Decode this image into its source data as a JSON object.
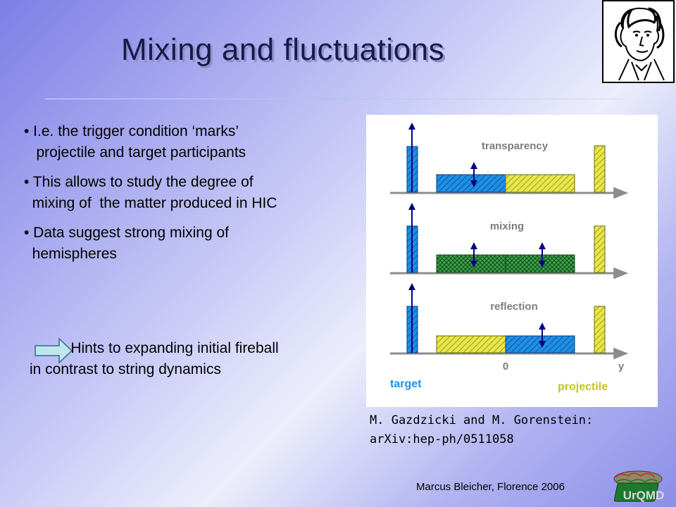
{
  "slide": {
    "title": "Mixing and fluctuations",
    "bullets": [
      "• I.e. the trigger condition ‘marks’\n   projectile and target participants",
      "• This allows to study the degree of\n  mixing of  the matter produced in HIC",
      "• Data suggest strong mixing of\n  hemispheres"
    ],
    "hint": "          Hints to expanding initial fireball\nin contrast to string dynamics",
    "citation": [
      "M. Gazdzicki and M. Gorenstein:",
      "arXiv:hep-ph/0511058"
    ],
    "footer": "Marcus Bleicher, Florence 2006",
    "logo_text": "UrQMD"
  },
  "diagram": {
    "panels": [
      "transparency",
      "mixing",
      "reflection"
    ],
    "axis_zero": "0",
    "axis_y": "y",
    "label_target": "target",
    "label_projectile": "projectile",
    "colors": {
      "blue": "#1f8fe6",
      "yellow": "#e9e64a",
      "green": "#3fa14a",
      "arrow": "#000080",
      "axis": "#8c8c8c",
      "label": "#7d7d7d"
    }
  }
}
